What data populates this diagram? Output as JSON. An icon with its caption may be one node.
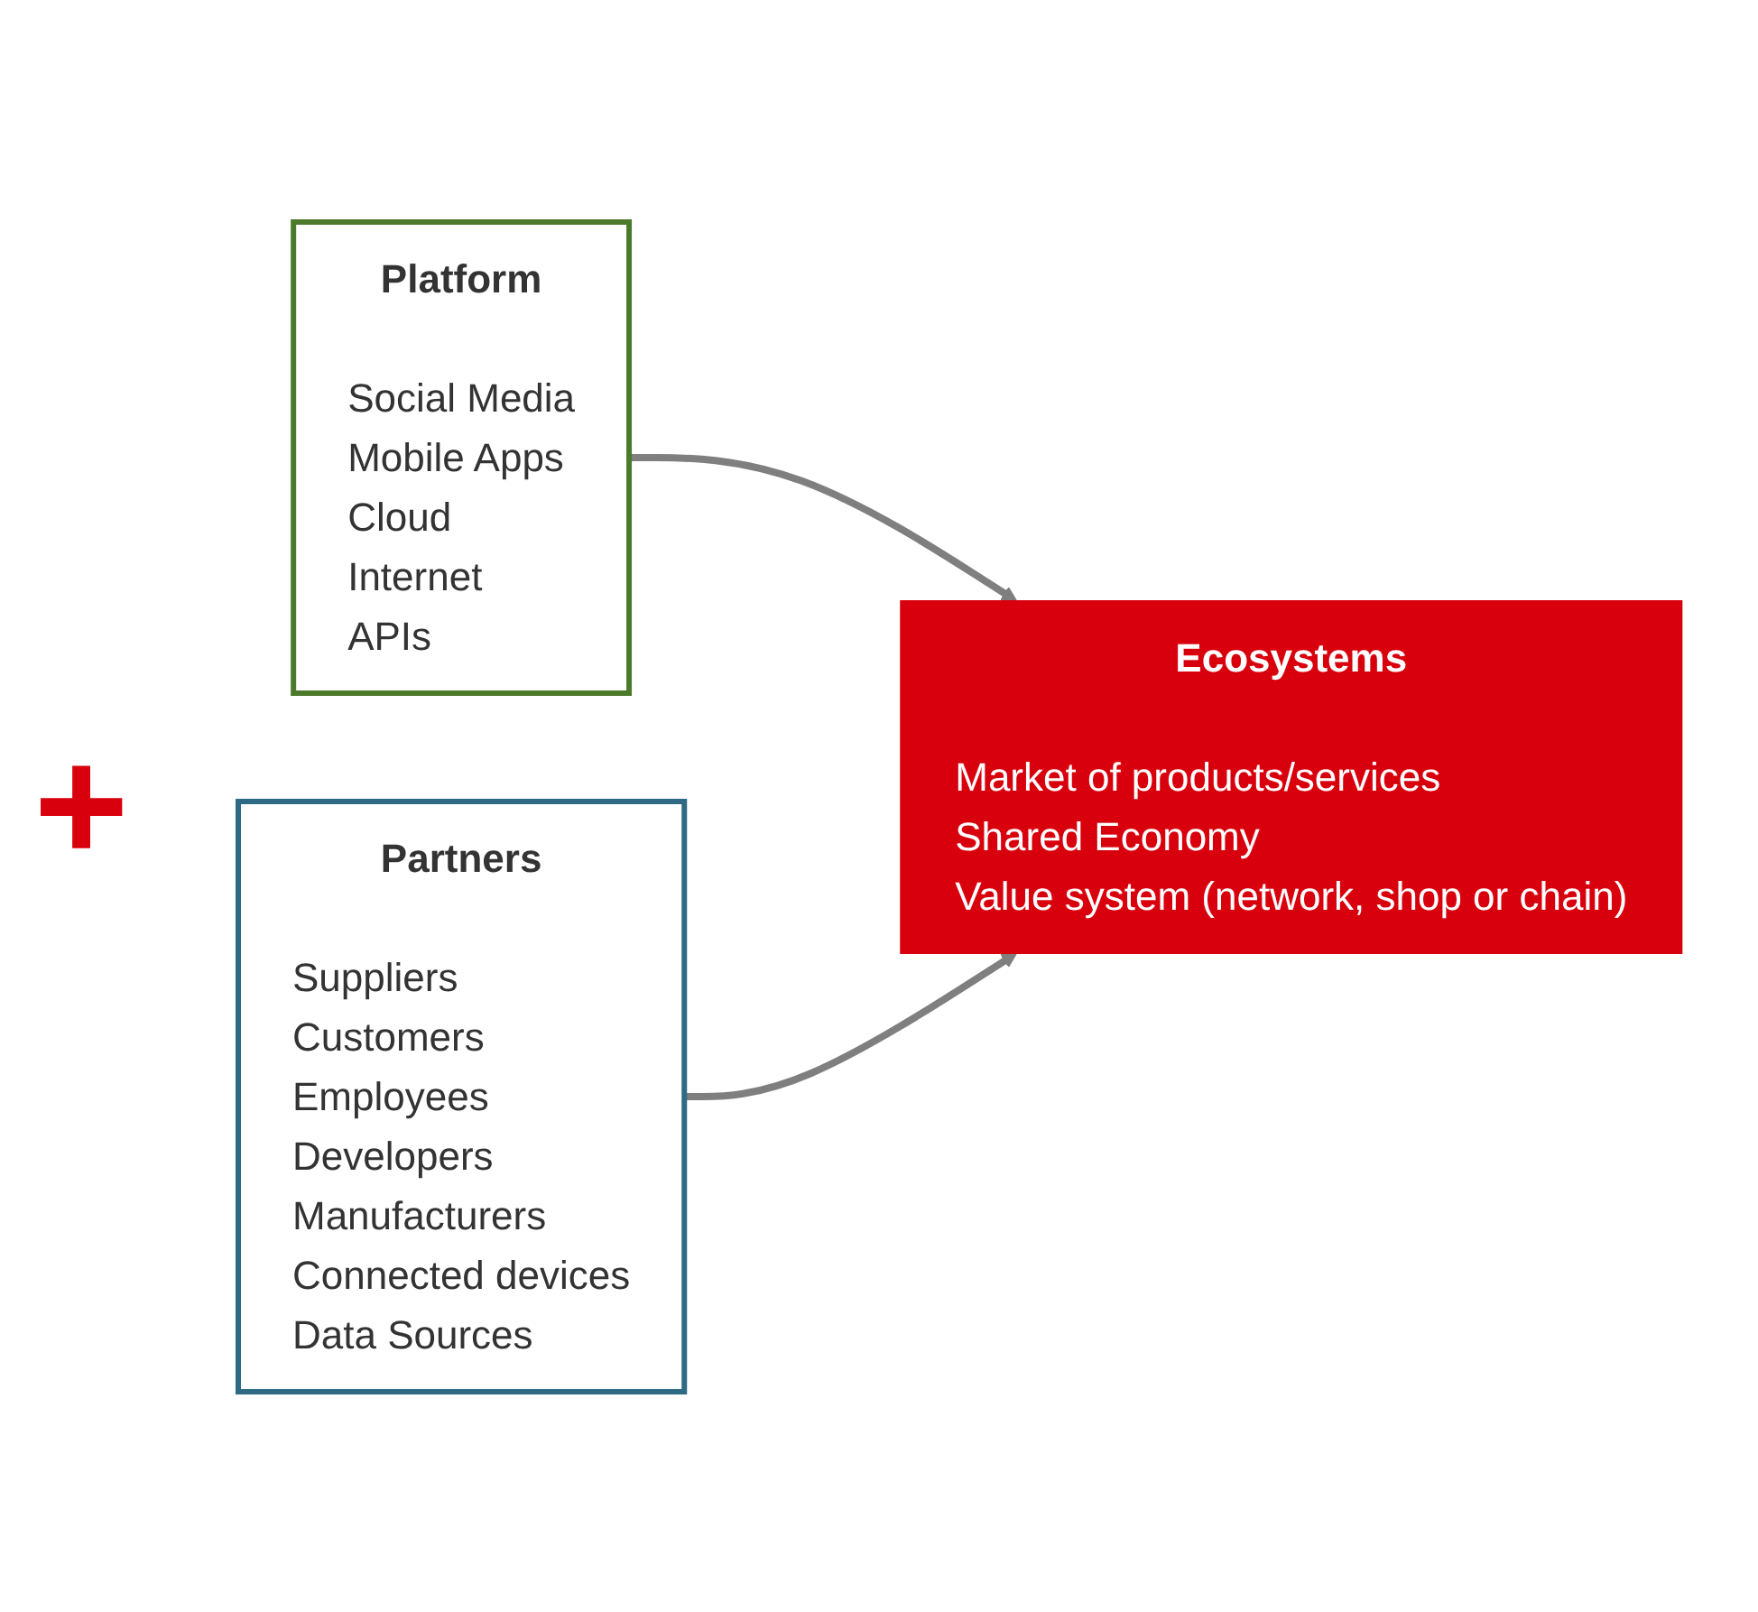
{
  "diagram": {
    "nodes": [
      {
        "text": [
          "Platform",
          "Social Media",
          "Mobile Apps",
          "Cloud",
          "Internet",
          "APIs"
        ]
      },
      {
        "text": [
          "Partners",
          "Suppliers",
          "Customers",
          "Employees",
          "Developers",
          "Manufacturers",
          "Connected devices",
          "Data Sources"
        ]
      },
      {
        "text": [
          "Ecosystems",
          "Market of products/services",
          "Shared Economy",
          "Value system (network, shop or chain)"
        ]
      }
    ],
    "edges": [
      {
        "from": 0,
        "to": 2,
        "arrow": "to"
      },
      {
        "from": 1,
        "to": 2,
        "arrow": "to"
      }
    ],
    "labels": [
      "+"
    ]
  }
}
